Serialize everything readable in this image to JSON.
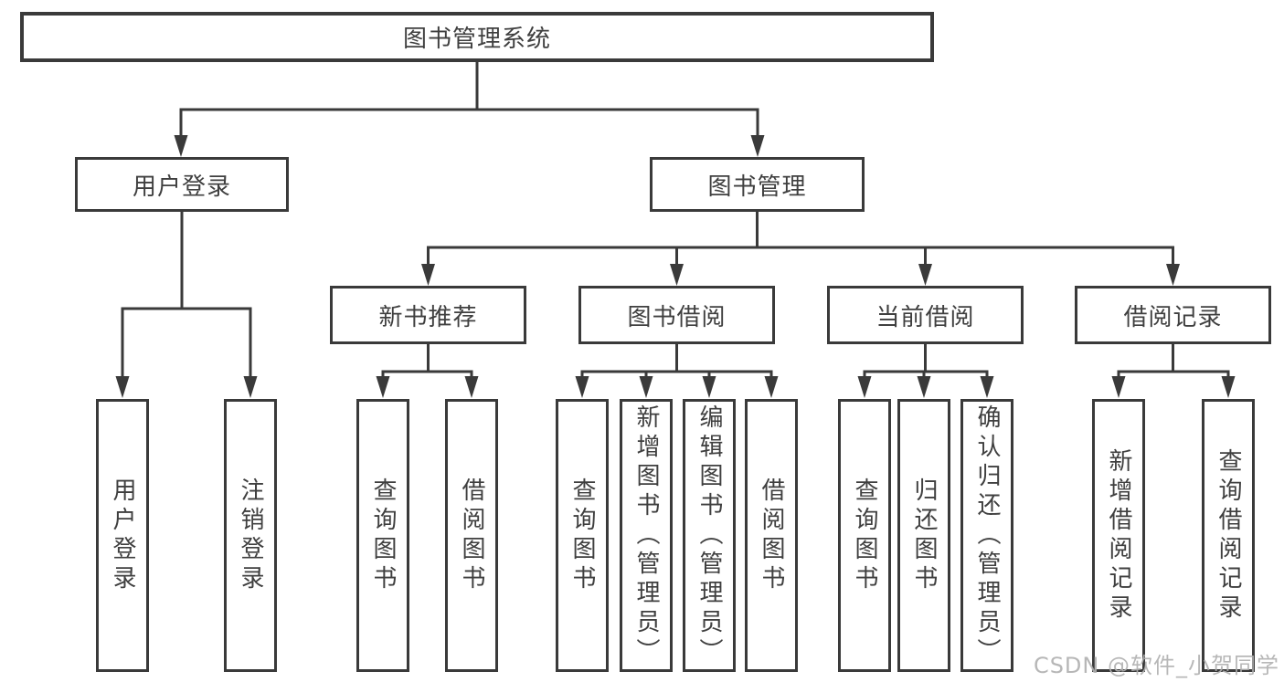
{
  "watermark": "CSDN @软件_小贺同学",
  "colors": {
    "line": "#3a3a3a",
    "box_border": "#3a3a3a",
    "text": "#3f3f3f",
    "background": "#ffffff",
    "watermark": "#b0b0b0"
  },
  "hierarchy": {
    "label": "图书管理系统",
    "children": [
      {
        "label": "用户登录",
        "children": [
          {
            "label": "用户登录"
          },
          {
            "label": "注销登录"
          }
        ]
      },
      {
        "label": "图书管理",
        "children": [
          {
            "label": "新书推荐",
            "children": [
              {
                "label": "查询图书"
              },
              {
                "label": "借阅图书"
              }
            ]
          },
          {
            "label": "图书借阅",
            "children": [
              {
                "label": "查询图书"
              },
              {
                "label": "新增图书（管理员）"
              },
              {
                "label": "编辑图书（管理员）"
              },
              {
                "label": "借阅图书"
              }
            ]
          },
          {
            "label": "当前借阅",
            "children": [
              {
                "label": "查询图书"
              },
              {
                "label": "归还图书"
              },
              {
                "label": "确认归还（管理员）"
              }
            ]
          },
          {
            "label": "借阅记录",
            "children": [
              {
                "label": "新增借阅记录"
              },
              {
                "label": "查询借阅记录"
              }
            ]
          }
        ]
      }
    ]
  }
}
